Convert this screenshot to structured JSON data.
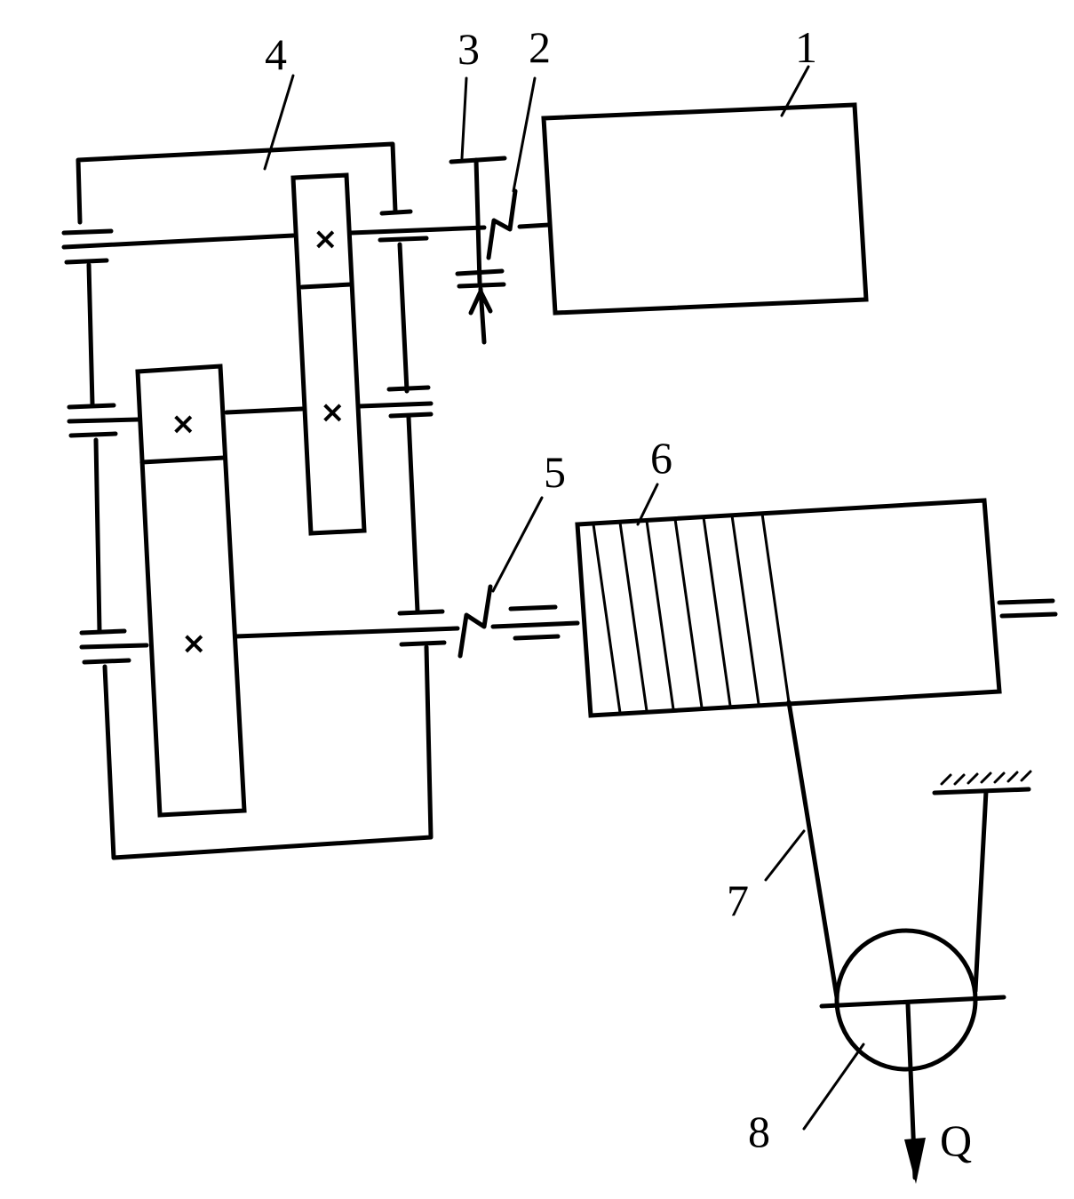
{
  "labels": {
    "motor": "1",
    "coupling_top": "2",
    "brake": "3",
    "gearbox": "4",
    "coupling_bottom": "5",
    "drum": "6",
    "rope": "7",
    "pulley": "8",
    "load": "Q"
  },
  "marks": {
    "gear_center": "×"
  }
}
